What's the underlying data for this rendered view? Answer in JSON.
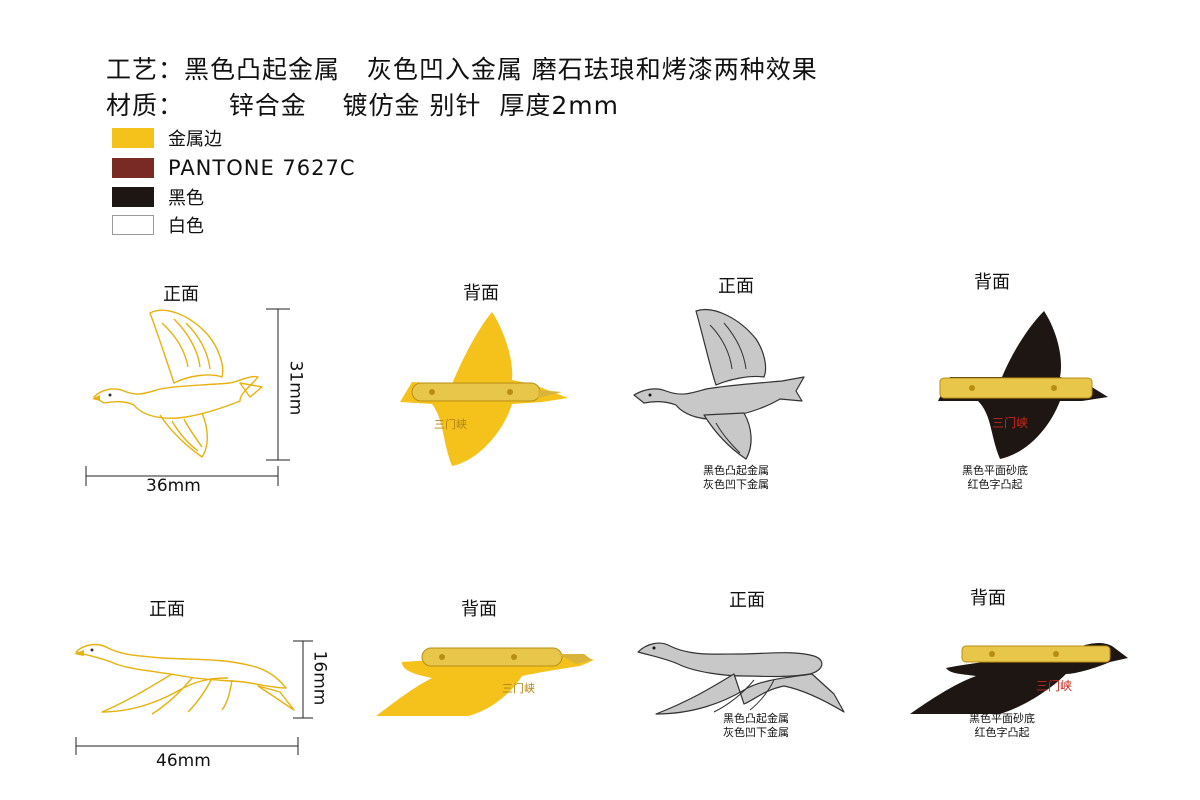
{
  "header": {
    "process_line": "工艺：黑色凸起金属   灰色凹入金属 磨石珐琅和烤漆两种效果",
    "material_line": "材质：     锌合金    镀仿金 别针  厚度2mm"
  },
  "legend": [
    {
      "label": "金属边",
      "color": "#f5c21b"
    },
    {
      "label": "PANTONE 7627C",
      "color": "#7a2a25"
    },
    {
      "label": "黑色",
      "color": "#1e1612"
    },
    {
      "label": "白色",
      "color": "#ffffff"
    }
  ],
  "colors": {
    "gold": "#f5c21b",
    "gold_outline": "#e8b10f",
    "silver": "#c8c8c8",
    "black": "#1e1612",
    "pin": "#d9b33a",
    "signature_red": "#c8281e"
  },
  "row1": {
    "front_label": "正面",
    "back_label": "背面",
    "front2_label": "正面",
    "back2_label": "背面",
    "height_dim": "31mm",
    "width_dim": "36mm",
    "note_front": [
      "黑色凸起金属",
      "灰色凹下金属"
    ],
    "note_back": [
      "黑色平面砂底",
      "红色字凸起"
    ]
  },
  "row2": {
    "front_label": "正面",
    "back_label": "背面",
    "front2_label": "正面",
    "back2_label": "背面",
    "height_dim": "16mm",
    "width_dim": "46mm",
    "note_front": [
      "黑色凸起金属",
      "灰色凹下金属"
    ],
    "note_back": [
      "黑色平面砂底",
      "红色字凸起"
    ]
  }
}
